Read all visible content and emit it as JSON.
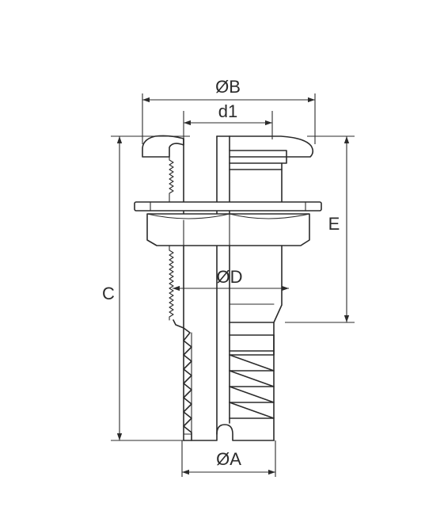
{
  "labels": {
    "ob": "ØB",
    "d1": "d1",
    "od": "ØD",
    "oa": "ØA",
    "c": "C",
    "e": "E"
  }
}
